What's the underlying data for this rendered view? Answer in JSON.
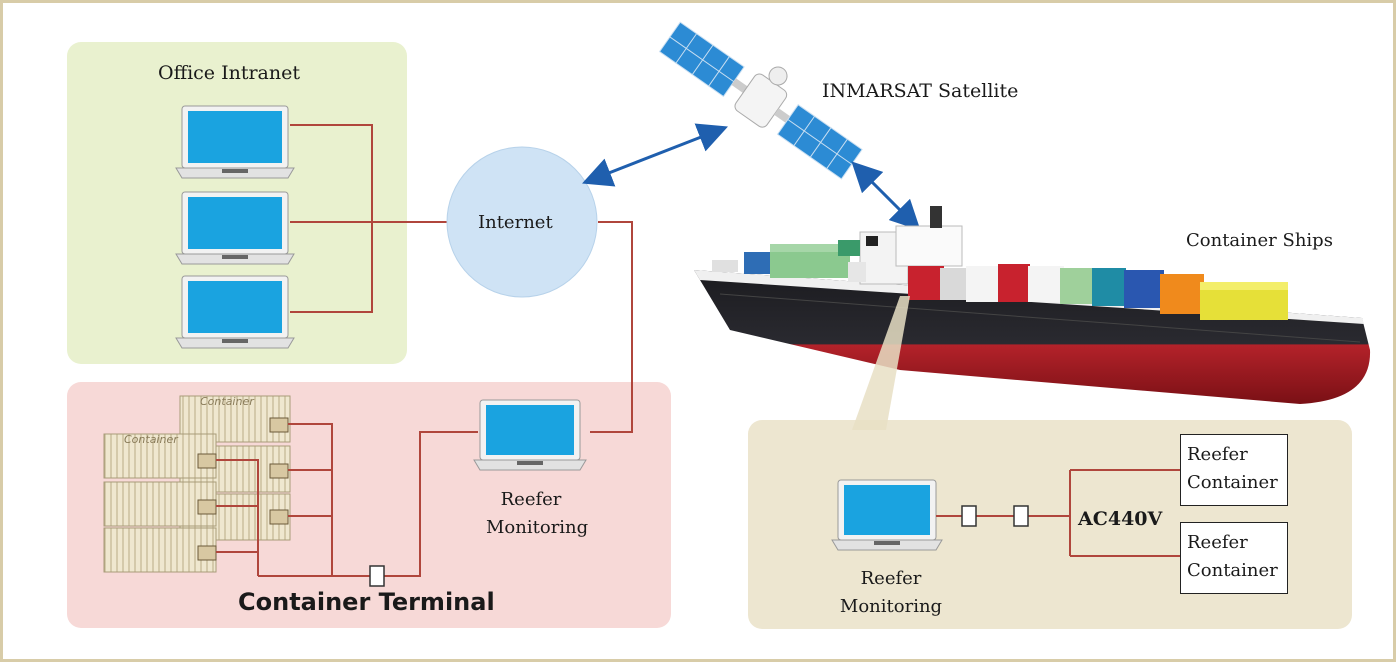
{
  "labels": {
    "office_intranet": "Office Intranet",
    "inmarsat": "INMARSAT Satellite",
    "container_ships": "Container Ships",
    "internet": "Internet",
    "reefer_monitoring_terminal": "Reefer Monitoring",
    "container_terminal": "Container Terminal",
    "reefer_monitoring_ship": "Reefer Monitoring",
    "ac_voltage": "AC440V",
    "reefer_container_1": "Reefer Container",
    "reefer_container_2": "Reefer Container",
    "container_stamp": "Container"
  },
  "colors": {
    "line": "#b0463c",
    "arrow": "#1f5fae",
    "office_panel": "#e9f1cf",
    "terminal_panel": "#f7d9d7",
    "ship_panel": "#ede6d0",
    "screen": "#1aa3e0",
    "internet_cloud": "#cfe3f5"
  }
}
